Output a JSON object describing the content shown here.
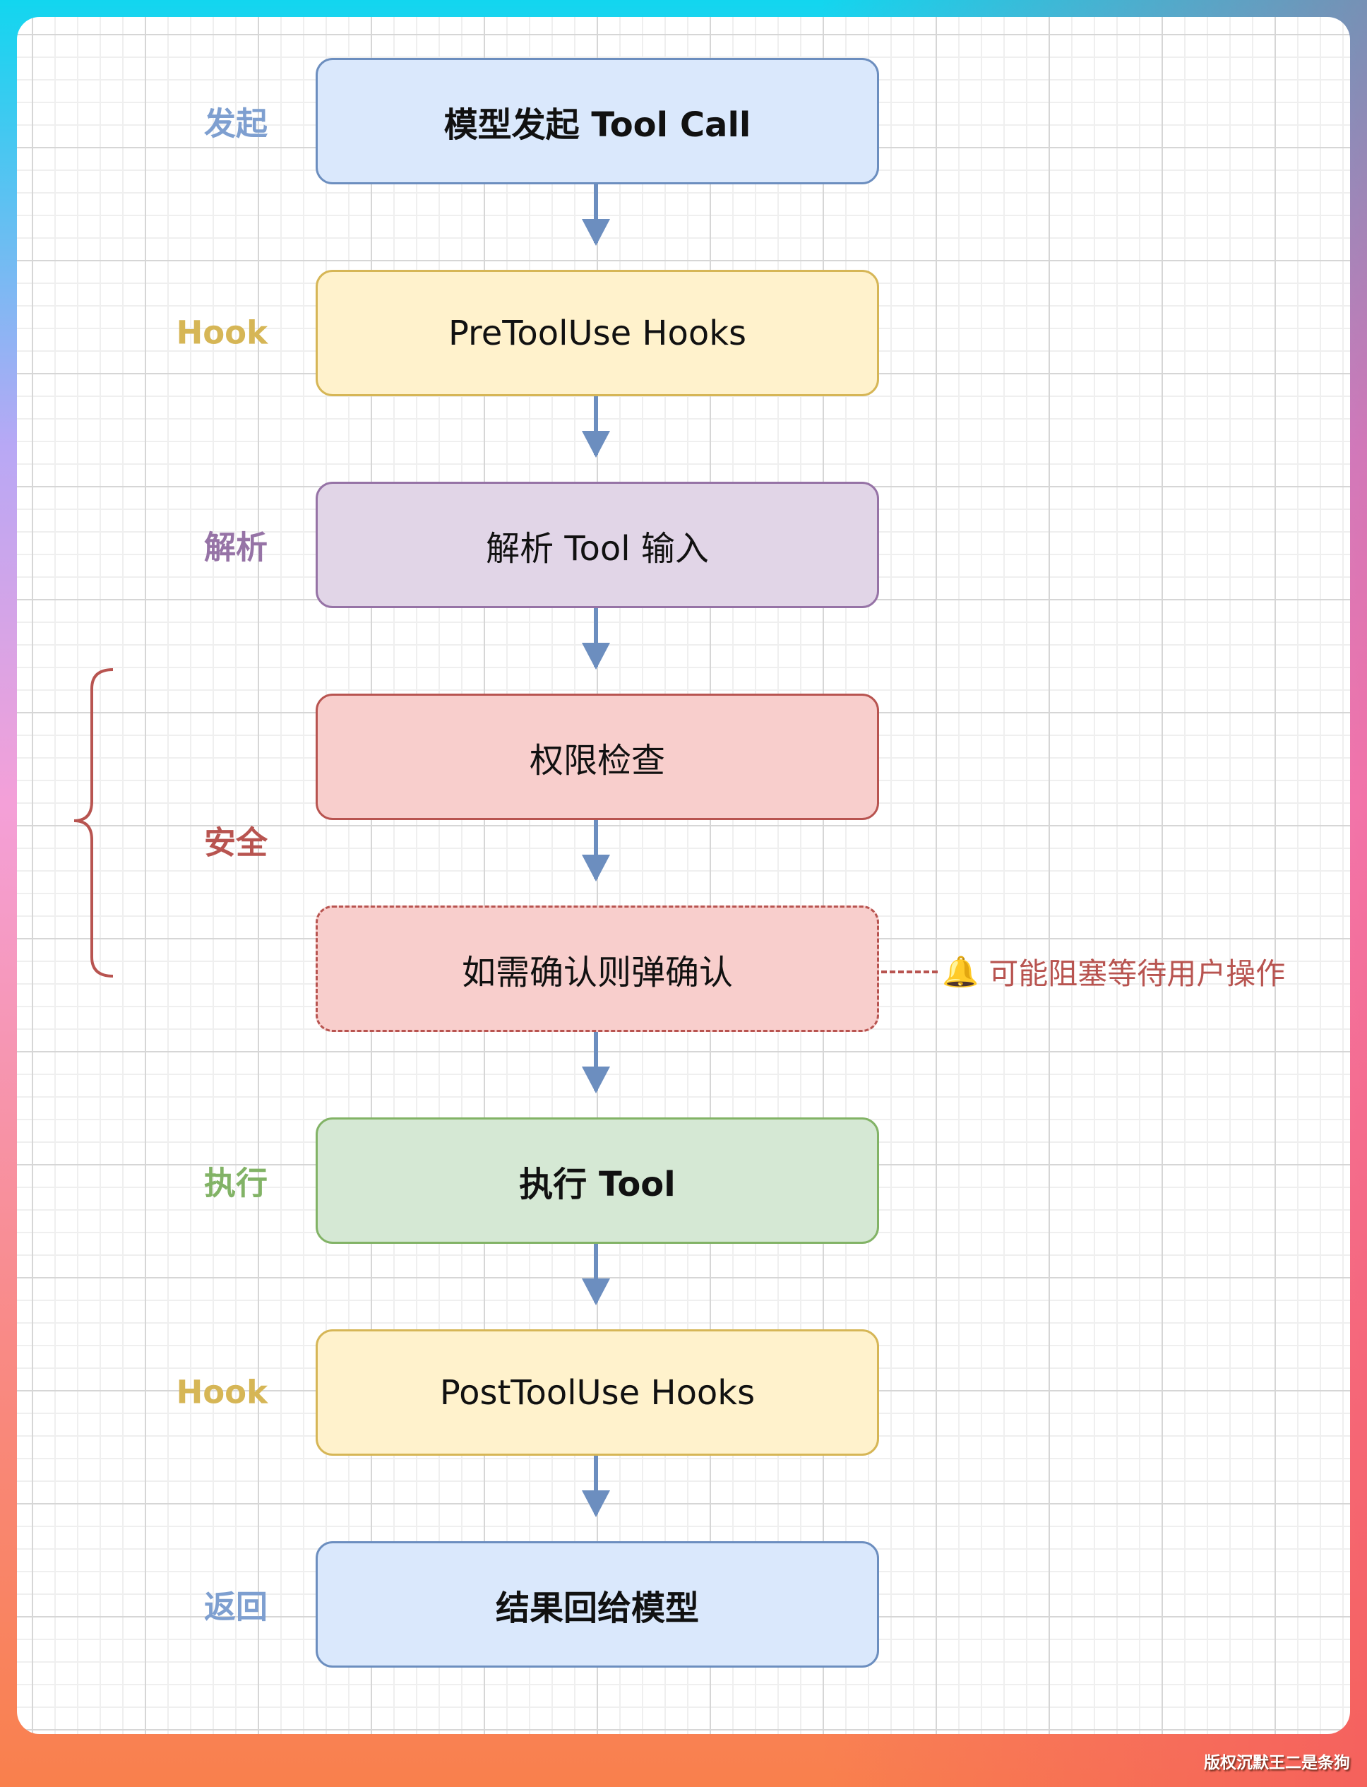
{
  "steps": [
    {
      "label": "发起",
      "text": "模型发起 Tool Call"
    },
    {
      "label": "Hook",
      "text": "PreToolUse Hooks"
    },
    {
      "label": "解析",
      "text": "解析 Tool 输入"
    },
    {
      "label": "",
      "text": "权限检查"
    },
    {
      "label": "",
      "text": "如需确认则弹确认"
    },
    {
      "label": "执行",
      "text": "执行 Tool"
    },
    {
      "label": "Hook",
      "text": "PostToolUse Hooks"
    },
    {
      "label": "返回",
      "text": "结果回给模型"
    }
  ],
  "group_label": "安全",
  "note": {
    "icon": "bell",
    "text": "可能阻塞等待用户操作"
  },
  "watermark": "版权沉默王二是条狗",
  "colors": {
    "blue": "#6c8ebf",
    "yellow": "#d6b656",
    "purple": "#9673a6",
    "red": "#b85450",
    "green": "#82b366"
  }
}
